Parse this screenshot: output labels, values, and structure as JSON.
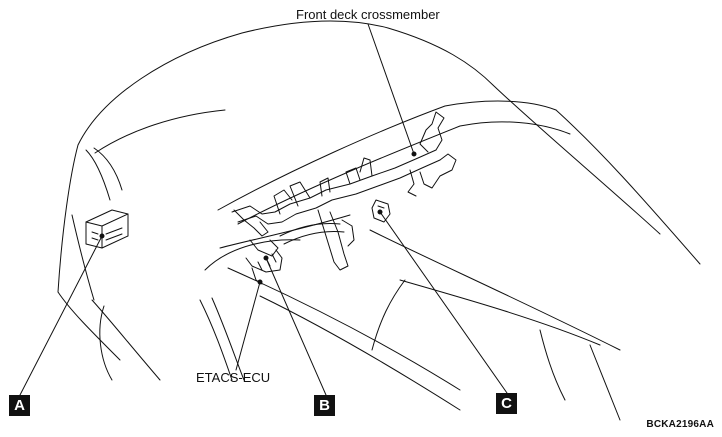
{
  "labels": {
    "front_deck_crossmember": "Front deck crossmember",
    "etacs_ecu": "ETACS-ECU",
    "drawing_code": "BCKA2196AA"
  },
  "callouts": {
    "a": "A",
    "b": "B",
    "c": "C"
  },
  "colors": {
    "line": "#111111",
    "background": "#ffffff"
  }
}
